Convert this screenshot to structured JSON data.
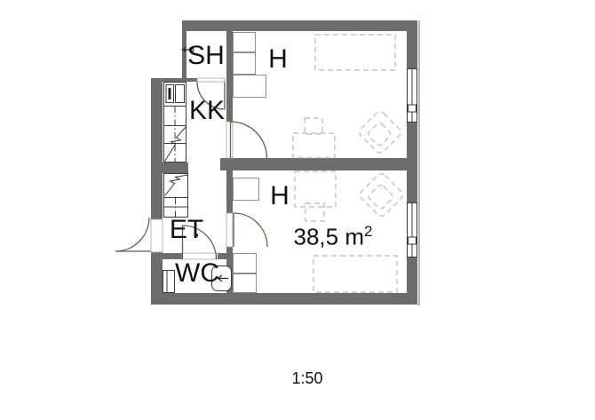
{
  "plan": {
    "rooms": {
      "sh": "SH",
      "h_upper": "H",
      "kk": "KK",
      "et": "ET",
      "wc": "WC",
      "h_lower": "H"
    },
    "area": {
      "value": "38,5 m",
      "sup": "2"
    },
    "scale": "1:50"
  },
  "symbols": {
    "doors": [
      "entrance-door",
      "sh-door",
      "upper-room-door",
      "lower-room-door",
      "wc-door"
    ],
    "fixtures": [
      "shower",
      "kitchen-unit",
      "refrigerator",
      "wc-sink",
      "wc-toilet"
    ],
    "furniture": [
      "bed",
      "table",
      "chair",
      "armchair"
    ],
    "window_count": 2
  },
  "colors": {
    "wall": "#6d6d6d",
    "line": "#3a3a3a",
    "dash": "#c3c3c3",
    "door": "#6a594f",
    "outer": "#b5b5b5",
    "closet": "#8e8e8e",
    "text": "#111111"
  }
}
